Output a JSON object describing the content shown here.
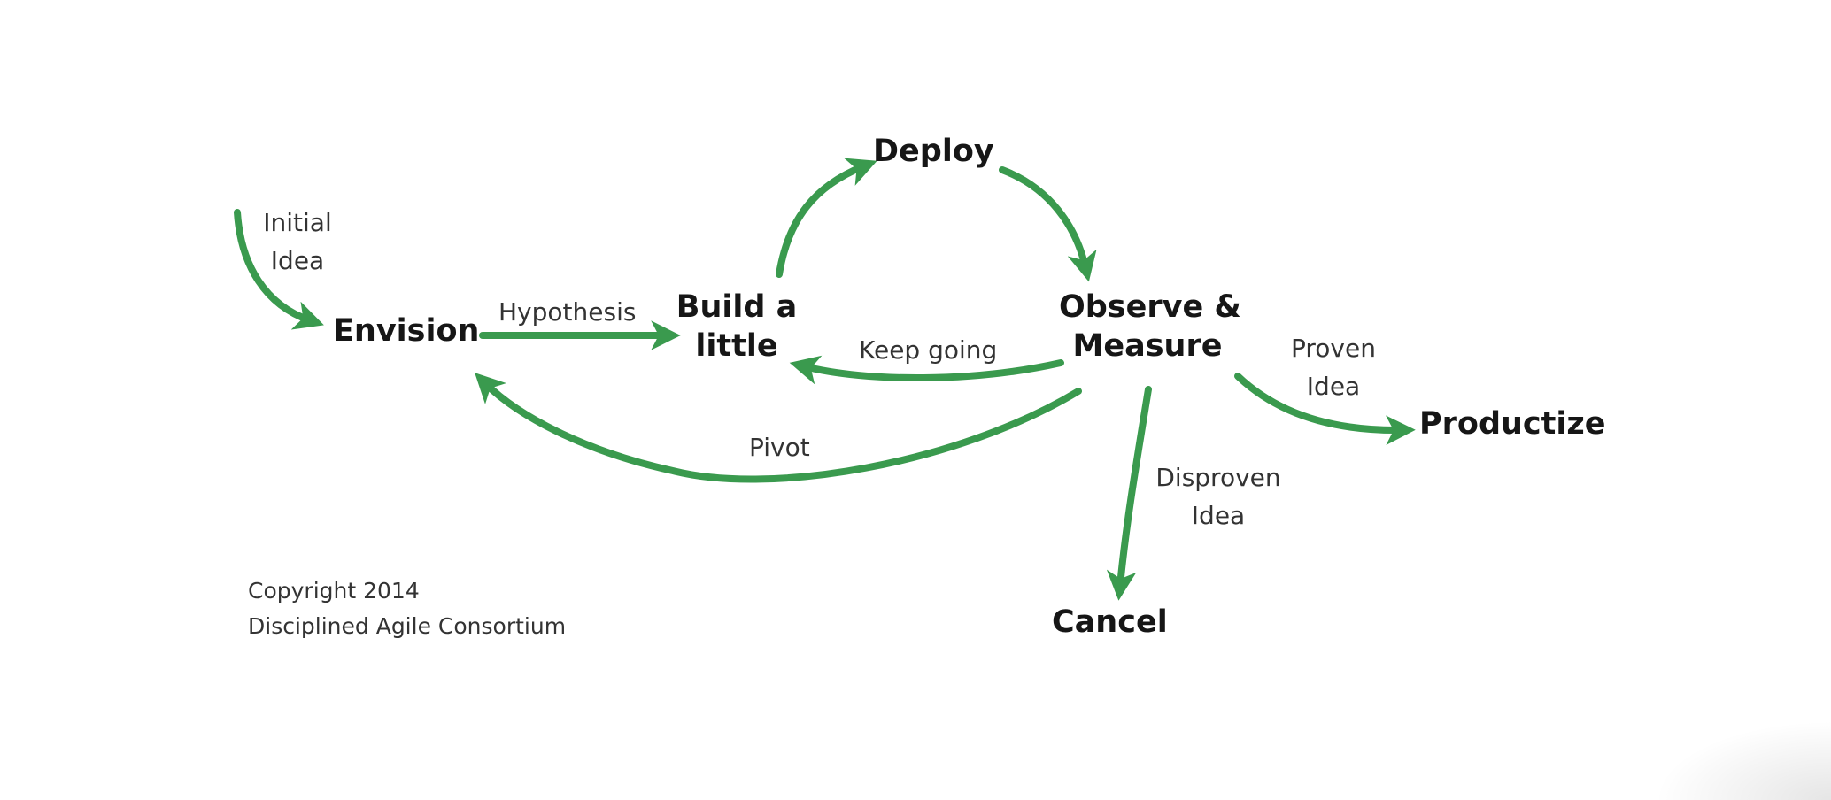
{
  "colors": {
    "arrow": "#3a9a4e",
    "text": "#161616",
    "label_text": "#333333"
  },
  "nodes": {
    "deploy": "Deploy",
    "envision": "Envision",
    "build_line1": "Build a",
    "build_line2": "little",
    "observe_line1": "Observe &",
    "observe_line2": "Measure",
    "productize": "Productize",
    "cancel": "Cancel"
  },
  "edge_labels": {
    "initial_line1": "Initial",
    "initial_line2": "Idea",
    "hypothesis": "Hypothesis",
    "keep_going": "Keep going",
    "pivot": "Pivot",
    "proven_line1": "Proven",
    "proven_line2": "Idea",
    "disproven_line1": "Disproven",
    "disproven_line2": "Idea"
  },
  "edges": [
    {
      "from": "initial",
      "to": "envision",
      "label": "Initial Idea"
    },
    {
      "from": "envision",
      "to": "build",
      "label": "Hypothesis"
    },
    {
      "from": "build",
      "to": "deploy",
      "label": ""
    },
    {
      "from": "deploy",
      "to": "observe",
      "label": ""
    },
    {
      "from": "observe",
      "to": "build",
      "label": "Keep going"
    },
    {
      "from": "observe",
      "to": "envision",
      "label": "Pivot"
    },
    {
      "from": "observe",
      "to": "productize",
      "label": "Proven Idea"
    },
    {
      "from": "observe",
      "to": "cancel",
      "label": "Disproven Idea"
    }
  ],
  "copyright": {
    "line1": "Copyright 2014",
    "line2": "Disciplined Agile Consortium"
  }
}
